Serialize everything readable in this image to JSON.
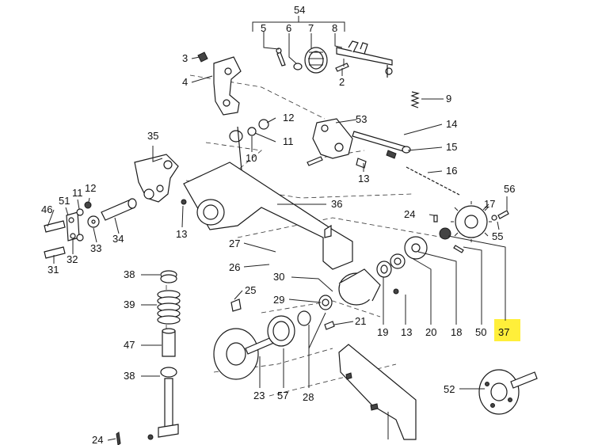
{
  "diagram": {
    "labels": {
      "l54": "54",
      "l5": "5",
      "l6": "6",
      "l7": "7",
      "l8": "8",
      "l3": "3",
      "l4": "4",
      "l2": "2",
      "l9": "9",
      "l12a": "12",
      "l11a": "11",
      "l10": "10",
      "l53": "53",
      "l14": "14",
      "l15": "15",
      "l16": "16",
      "l13a": "13",
      "l35": "35",
      "l51": "51",
      "l11b": "11",
      "l12b": "12",
      "l46": "46",
      "l13b": "13",
      "l36": "36",
      "l17": "17",
      "l56": "56",
      "l24a": "24",
      "l55": "55",
      "l34": "34",
      "l33": "33",
      "l32": "32",
      "l31": "31",
      "l27": "27",
      "l26": "26",
      "l30": "30",
      "l38a": "38",
      "l39": "39",
      "l47": "47",
      "l38b": "38",
      "l25": "25",
      "l29": "29",
      "l21": "21",
      "l19": "19",
      "l13c": "13",
      "l20": "20",
      "l18": "18",
      "l50": "50",
      "l37": "37",
      "l23": "23",
      "l57": "57",
      "l28": "28",
      "l52": "52",
      "l24b": "24"
    },
    "highlight": {
      "label": "37",
      "color": "#ffef3a"
    }
  }
}
